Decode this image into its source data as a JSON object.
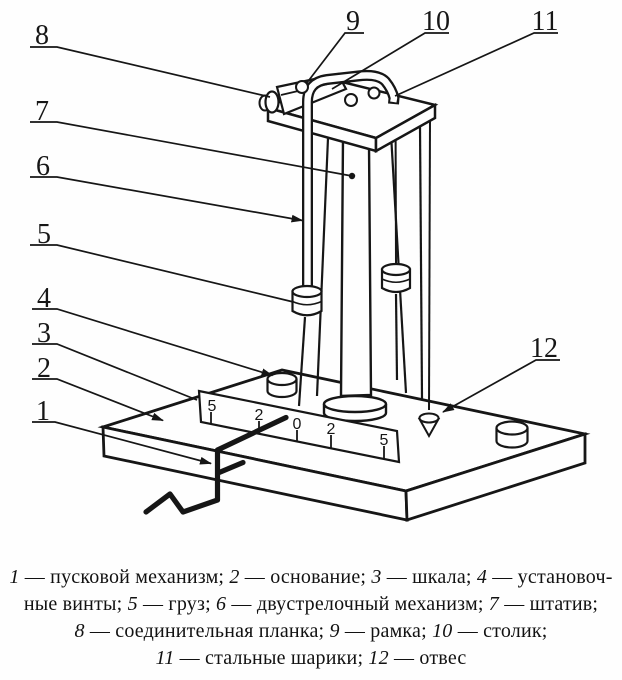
{
  "figure": {
    "callouts": [
      "1",
      "2",
      "3",
      "4",
      "5",
      "6",
      "7",
      "8",
      "9",
      "10",
      "11",
      "12"
    ],
    "scale": [
      "5",
      "2",
      "0",
      "2",
      "5"
    ],
    "colors": {
      "ink": "#161616",
      "paper": "#fefefe"
    }
  },
  "caption": {
    "lines": [
      [
        {
          "t": "1",
          "i": 1
        },
        {
          "t": " — пусковой механизм; "
        },
        {
          "t": "2",
          "i": 1
        },
        {
          "t": " — основание; "
        },
        {
          "t": "3",
          "i": 1
        },
        {
          "t": " — шкала; "
        },
        {
          "t": "4",
          "i": 1
        },
        {
          "t": " — установоч-"
        }
      ],
      [
        {
          "t": "ные винты; "
        },
        {
          "t": "5",
          "i": 1
        },
        {
          "t": " — груз; "
        },
        {
          "t": "6",
          "i": 1
        },
        {
          "t": " — двустрелочный механизм; "
        },
        {
          "t": "7",
          "i": 1
        },
        {
          "t": " — штатив;"
        }
      ],
      [
        {
          "t": "8",
          "i": 1
        },
        {
          "t": " — соединительная планка; "
        },
        {
          "t": "9",
          "i": 1
        },
        {
          "t": " — рамка; "
        },
        {
          "t": "10",
          "i": 1
        },
        {
          "t": " — столик;"
        }
      ],
      [
        {
          "t": "11",
          "i": 1
        },
        {
          "t": " — стальные шарики; "
        },
        {
          "t": "12",
          "i": 1
        },
        {
          "t": " — отвес"
        }
      ]
    ]
  }
}
